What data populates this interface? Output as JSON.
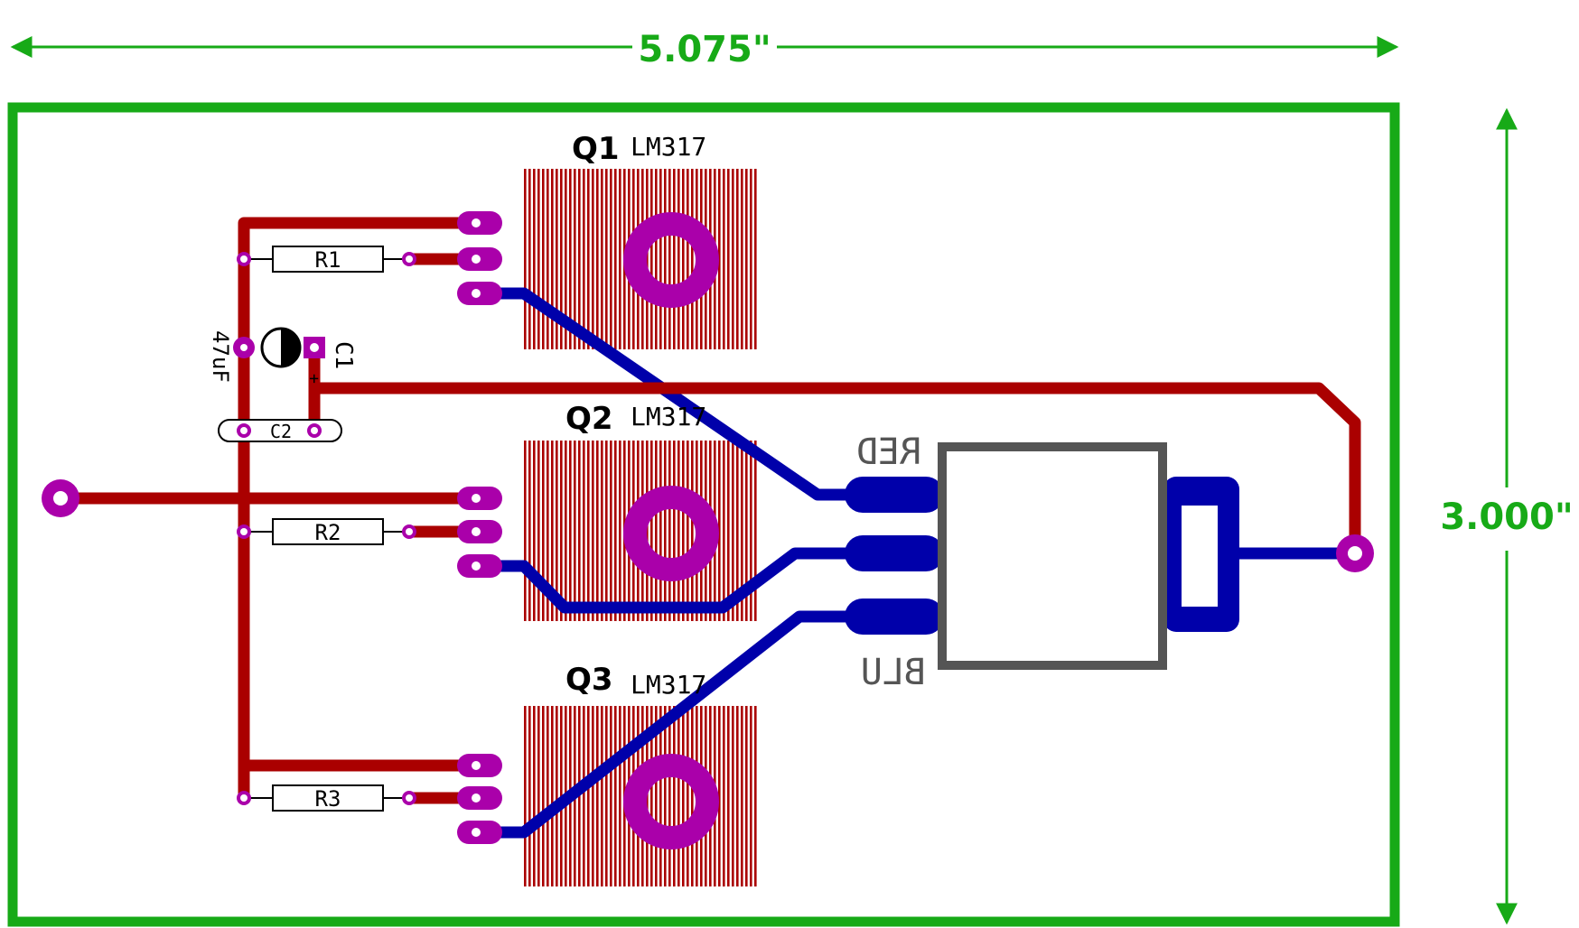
{
  "dimensions": {
    "width_label": "5.075\"",
    "height_label": "3.000\""
  },
  "colors": {
    "outline": "#17aa17",
    "top_copper": "#aa0000",
    "bottom_copper": "#0000aa",
    "pad": "#aa00aa",
    "silkscreen": "#000000",
    "connector_body": "#555555",
    "mirrored_text": "#555555",
    "heatsink_hatch": "#aa0000"
  },
  "regulators": [
    {
      "ref": "Q1",
      "value": "LM317"
    },
    {
      "ref": "Q2",
      "value": "LM317"
    },
    {
      "ref": "Q3",
      "value": "LM317"
    }
  ],
  "resistors": [
    {
      "ref": "R1"
    },
    {
      "ref": "R2"
    },
    {
      "ref": "R3"
    }
  ],
  "capacitors": [
    {
      "ref": "C1",
      "value": "47uF",
      "polarity": "+"
    },
    {
      "ref": "C2"
    }
  ],
  "connector_labels": {
    "top": "RED",
    "bottom": "BLU"
  }
}
